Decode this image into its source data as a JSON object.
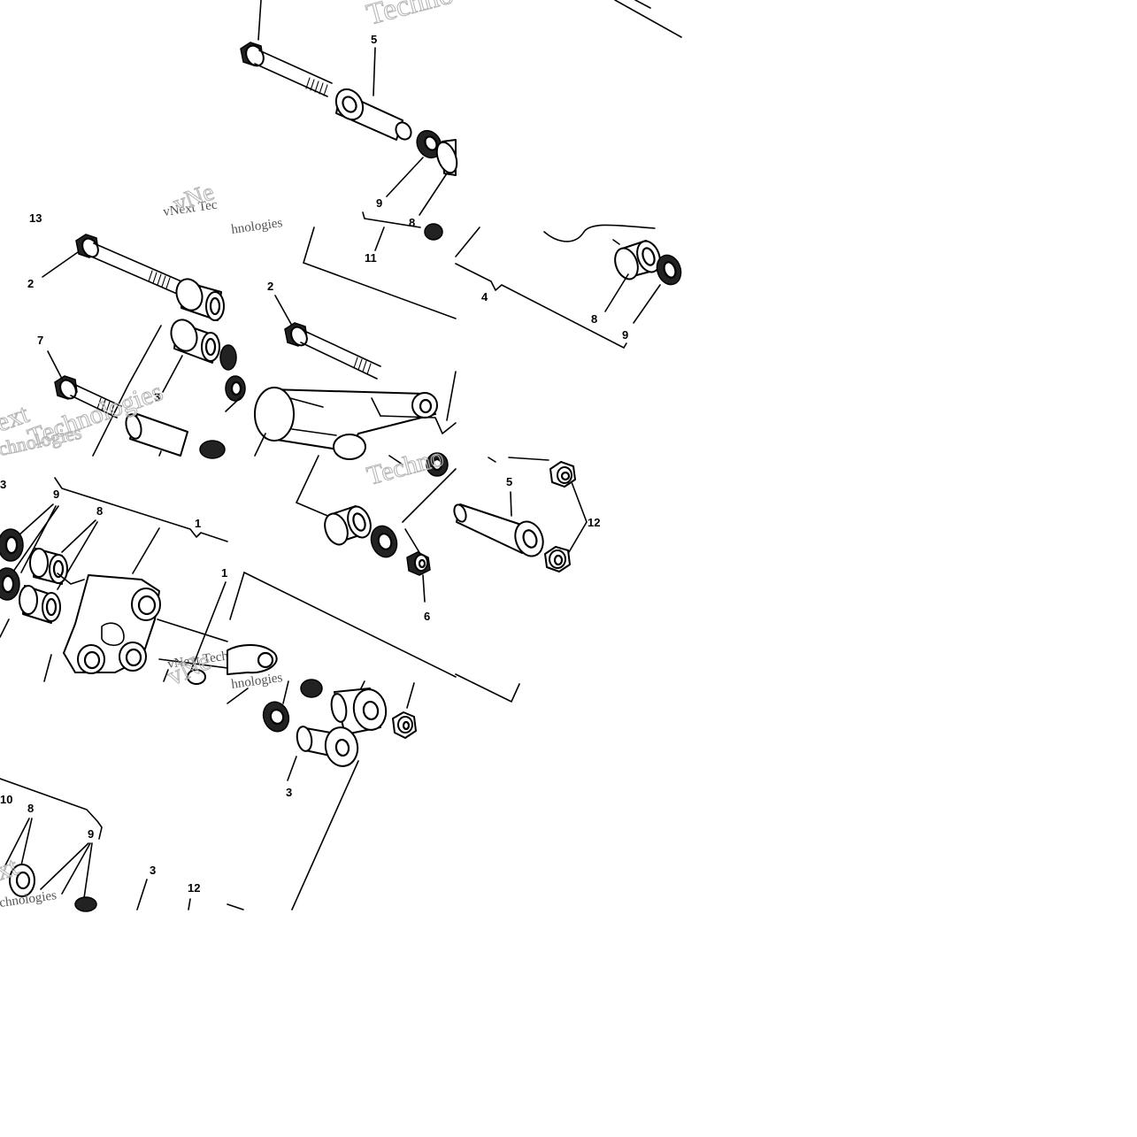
{
  "diagram": {
    "labels": {
      "t1_5": "5",
      "t1_9": "9",
      "t1_8": "8",
      "t1_11": "11",
      "t2_13": "13",
      "t2_2": "2",
      "t2_7": "7",
      "t2_3": "3",
      "t3_2": "2",
      "t4_4": "4",
      "t4_8": "8",
      "t4_9": "9",
      "t5_3": "3",
      "t5_9": "9",
      "t5_8": "8",
      "t5_1": "1",
      "t6_6": "6",
      "t7_5": "5",
      "t7_12": "12",
      "t8_3": "3",
      "t9_10": "10",
      "t9_8": "8",
      "t9_9": "9",
      "t9_3": "3",
      "t9_12": "12"
    },
    "watermarks": {
      "w1": "Techno",
      "w2": "vNext Tec",
      "w3": "hnologies",
      "w4": "vNe",
      "w5": "ext",
      "w6": "chnologies",
      "w7": "Technologies",
      "w8": "Techno",
      "w9": "vNext Techno",
      "w10": "xt",
      "w11": "chnologies"
    }
  }
}
